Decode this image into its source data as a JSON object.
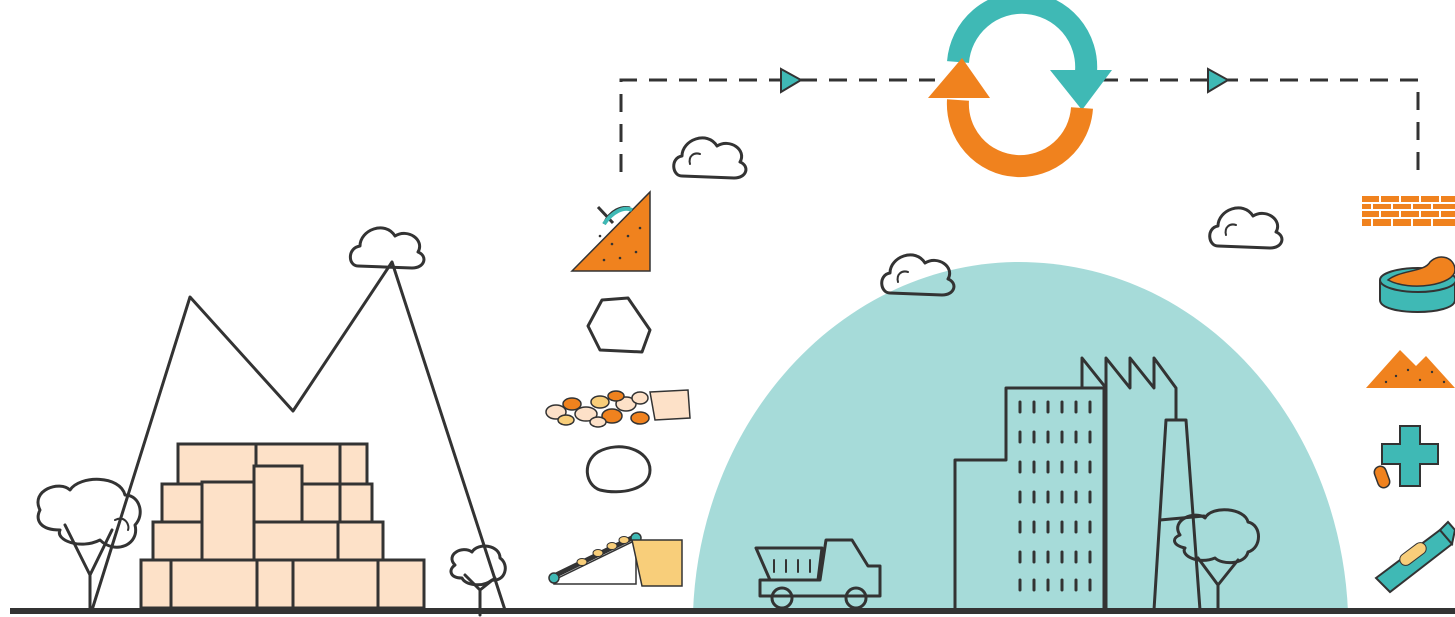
{
  "colors": {
    "teal": "#7ecbc9",
    "teal_dark": "#3fb9b5",
    "light_teal": "#a6dbd9",
    "orange": "#f0821e",
    "peach": "#fde1c8",
    "sand": "#f8ce7a",
    "outline": "#333333"
  },
  "diagram": {
    "flow": [
      "quarrying",
      "raw-rock",
      "crushed-aggregate",
      "processed-ore",
      "conveyor-to-storage",
      "recycle",
      "products"
    ],
    "products": [
      "bricks",
      "cosmetic-cream",
      "powder",
      "medicine",
      "toothpaste-tube"
    ]
  },
  "icons": [
    "cloud-icon",
    "pickaxe-icon",
    "recycle-arrows-icon",
    "dump-truck-icon",
    "factory-icon",
    "tree-icon",
    "mountain-icon"
  ]
}
